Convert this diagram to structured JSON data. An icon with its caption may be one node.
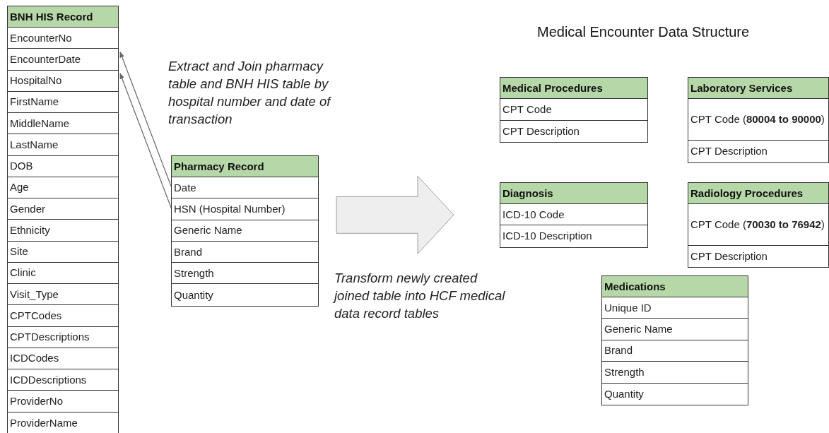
{
  "diagram": {
    "title": "Medical Encounter Data Structure",
    "nodes": [
      {
        "text": [
          "BNH HIS Record"
        ]
      },
      {
        "text": [
          "EncounterNo"
        ],
        "in": 0
      },
      {
        "text": [
          "EncounterDate"
        ],
        "in": 0
      },
      {
        "text": [
          "HospitalNo"
        ],
        "in": 0
      },
      {
        "text": [
          "FirstName"
        ],
        "in": 0
      },
      {
        "text": [
          "MiddleName"
        ],
        "in": 0
      },
      {
        "text": [
          "LastName"
        ],
        "in": 0
      },
      {
        "text": [
          "DOB"
        ],
        "in": 0
      },
      {
        "text": [
          "Age"
        ],
        "in": 0
      },
      {
        "text": [
          "Gender"
        ],
        "in": 0
      },
      {
        "text": [
          "Ethnicity"
        ],
        "in": 0
      },
      {
        "text": [
          "Site"
        ],
        "in": 0
      },
      {
        "text": [
          "Clinic"
        ],
        "in": 0
      },
      {
        "text": [
          "Visit_Type"
        ],
        "in": 0
      },
      {
        "text": [
          "CPTCodes"
        ],
        "in": 0
      },
      {
        "text": [
          "CPTDescriptions"
        ],
        "in": 0
      },
      {
        "text": [
          "ICDCodes"
        ],
        "in": 0
      },
      {
        "text": [
          "ICDDescriptions"
        ],
        "in": 0
      },
      {
        "text": [
          "ProviderNo"
        ],
        "in": 0
      },
      {
        "text": [
          "ProviderName"
        ],
        "in": 0
      },
      {
        "text": [
          "Pharmacy Record"
        ]
      },
      {
        "text": [
          "Date"
        ],
        "in": 20
      },
      {
        "text": [
          "HSN (Hospital Number)"
        ],
        "in": 20
      },
      {
        "text": [
          "Generic Name"
        ],
        "in": 20
      },
      {
        "text": [
          "Brand"
        ],
        "in": 20
      },
      {
        "text": [
          "Strength"
        ],
        "in": 20
      },
      {
        "text": [
          "Quantity"
        ],
        "in": 20
      },
      {
        "text": [
          "Medical Procedures"
        ]
      },
      {
        "text": [
          "CPT Code"
        ],
        "in": 27
      },
      {
        "text": [
          "CPT Description"
        ],
        "in": 27
      },
      {
        "text": [
          "Laboratory Services"
        ]
      },
      {
        "text": [
          "CPT Code (**80004 to 90000**)"
        ],
        "in": 30
      },
      {
        "text": [
          "CPT Description"
        ],
        "in": 30
      },
      {
        "text": [
          "Diagnosis"
        ]
      },
      {
        "text": [
          "ICD-10 Code"
        ],
        "in": 33
      },
      {
        "text": [
          "ICD-10 Description"
        ],
        "in": 33
      },
      {
        "text": [
          "Radiology Procedures"
        ]
      },
      {
        "text": [
          "CPT Code (**70030 to 76942**)"
        ],
        "in": 36
      },
      {
        "text": [
          "CPT Description"
        ],
        "in": 36
      },
      {
        "text": [
          "Medications"
        ]
      },
      {
        "text": [
          "Unique ID"
        ],
        "in": 39
      },
      {
        "text": [
          "Generic Name"
        ],
        "in": 39
      },
      {
        "text": [
          "Brand"
        ],
        "in": 39
      },
      {
        "text": [
          "Strength"
        ],
        "in": 39
      },
      {
        "text": [
          "Quantity"
        ],
        "in": 39
      }
    ],
    "edges": [
      {
        "from": 21,
        "to": 2,
        "arrow": "to"
      },
      {
        "from": 22,
        "to": 3,
        "arrow": "to"
      },
      {
        "from": 20,
        "to": 33,
        "arrow": "to",
        "style": "thick"
      }
    ],
    "labels": [
      "Extract and Join pharmacy table and BNH HIS table by hospital number and date of transaction",
      "Transform newly created joined table into HCF medical data record tables"
    ]
  }
}
